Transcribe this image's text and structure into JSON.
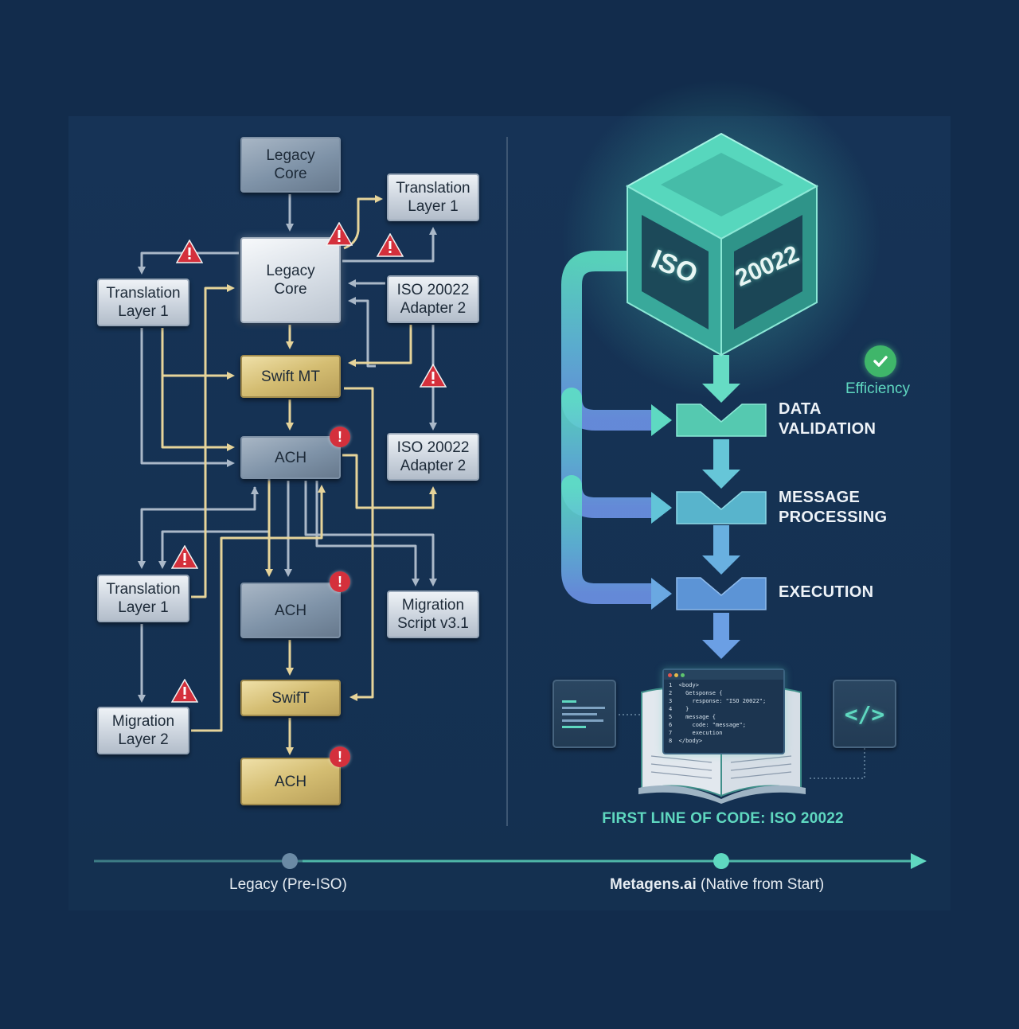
{
  "legacy": {
    "nodes": {
      "legacy_core_top": "Legacy\nCore",
      "legacy_core_main": "Legacy\nCore",
      "translation_layer_top_right": "Translation\nLayer 1",
      "translation_layer_left": "Translation\nLayer 1",
      "iso_adapter_upper": "ISO 20022\nAdapter 2",
      "swift_mt": "Swift MT",
      "ach_upper": "ACH",
      "iso_adapter_lower": "ISO 20022\nAdapter 2",
      "translation_layer_lower": "Translation\nLayer 1",
      "ach_middle": "ACH",
      "migration_script": "Migration\nScript v3.1",
      "swift": "SwifT",
      "migration_layer": "Migration\nLayer 2",
      "ach_bottom": "ACH"
    },
    "alert_mark": "!"
  },
  "native": {
    "cube_face_left": "ISO",
    "cube_face_right": "20022",
    "efficiency_label": "Efficiency",
    "steps": [
      "DATA\nVALIDATION",
      "MESSAGE\nPROCESSING",
      "EXECUTION"
    ],
    "code_lines": [
      "1  <body>",
      "2    Getsponse {",
      "3      response: \"ISO 20022\";",
      "4    }",
      "5    message {",
      "6      code: \"message\";",
      "7      execution",
      "8  </body>"
    ],
    "code_icon_label": "</>",
    "first_line_caption": "FIRST LINE OF CODE: ISO 20022"
  },
  "timeline": {
    "left_label": "Legacy (Pre-ISO)",
    "right_label_bold": "Metagens.ai",
    "right_label_rest": " (Native from Start)"
  },
  "colors": {
    "background": "#122c4c",
    "teal_accent": "#5fd8c0",
    "gold_wire": "#e6d49a",
    "silver_wire": "#aab8c8",
    "warning_red": "#d4303c"
  },
  "icons": [
    "warning-icon",
    "alert-icon",
    "check-icon",
    "code-icon",
    "document-icon",
    "book-icon",
    "cube-icon"
  ]
}
